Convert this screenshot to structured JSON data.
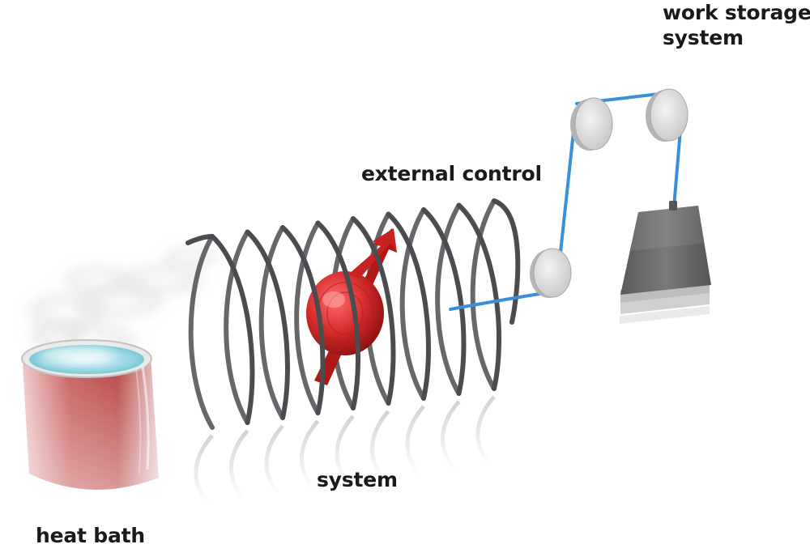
{
  "labels": {
    "work_storage": [
      "work storage",
      "system"
    ],
    "external_control": "external control",
    "system": "system",
    "heat_bath": "heat bath"
  },
  "colors": {
    "coil": "#4a4c50",
    "spin": "#d42a2a",
    "string": "#3a8fd8",
    "pulley": "#dedede",
    "weight": "#6a6a6a",
    "bath_body": "#c86a6a",
    "bath_water": "#8fd3df"
  },
  "icons": {
    "heat_bath": "bucket-icon",
    "system": "spin-particle-icon",
    "external_control": "coil-icon",
    "work_storage": "pulley-weight-icon"
  }
}
